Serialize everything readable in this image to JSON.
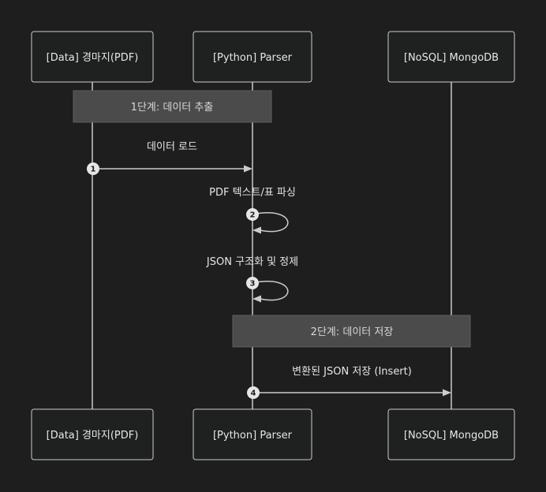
{
  "actors": [
    {
      "id": "pdf",
      "label": "[Data] 경마지(PDF)"
    },
    {
      "id": "parser",
      "label": "[Python] Parser"
    },
    {
      "id": "db",
      "label": "[NoSQL] MongoDB"
    }
  ],
  "notes": [
    {
      "label": "1단계: 데이터 추출"
    },
    {
      "label": "2단계: 데이터 저장"
    }
  ],
  "messages": [
    {
      "seq": "1",
      "label": "데이터 로드",
      "from": "pdf",
      "to": "parser"
    },
    {
      "seq": "2",
      "label": "PDF 텍스트/표 파싱",
      "from": "parser",
      "to": "parser"
    },
    {
      "seq": "3",
      "label": "JSON 구조화 및 정제",
      "from": "parser",
      "to": "parser"
    },
    {
      "seq": "4",
      "label": "변환된 JSON 저장 (Insert)",
      "from": "parser",
      "to": "db"
    }
  ]
}
